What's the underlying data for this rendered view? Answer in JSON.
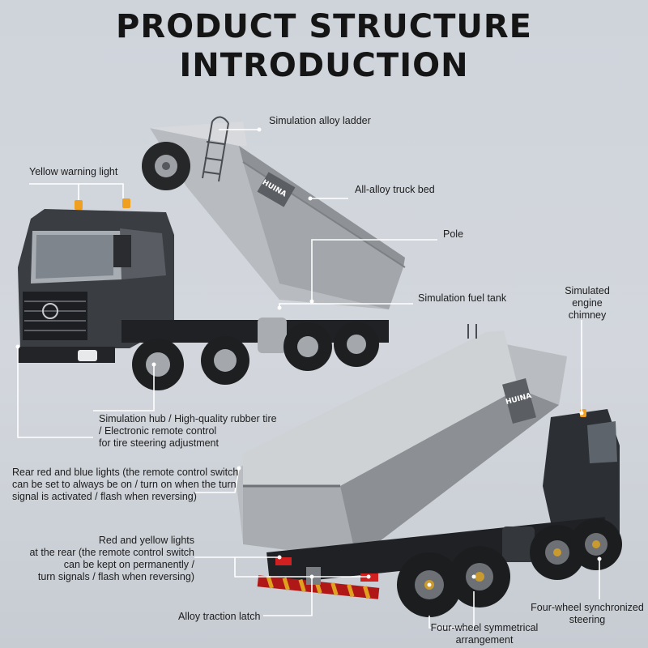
{
  "title": {
    "line1": "PRODUCT STRUCTURE",
    "line2": "INTRODUCTION"
  },
  "labels": {
    "ladder": "Simulation alloy ladder",
    "warning_light": "Yellow warning light",
    "truck_bed": "All-alloy truck bed",
    "pole": "Pole",
    "fuel_tank": "Simulation fuel tank",
    "chimney_1": "Simulated",
    "chimney_2": "engine",
    "chimney_3": "chimney",
    "hub_1": "Simulation hub / High-quality rubber tire",
    "hub_2": "/ Electronic remote control",
    "hub_3": "for tire steering adjustment",
    "rear_blue_1": "Rear red and blue lights (the remote control switch",
    "rear_blue_2": "can be set to always be on / turn on when the turn",
    "rear_blue_3": "signal is activated / flash when reversing)",
    "rear_yellow_1": "Red and yellow lights",
    "rear_yellow_2": "at the rear (the remote control switch",
    "rear_yellow_3": "can be kept on permanently /",
    "rear_yellow_4": "turn signals / flash when reversing)",
    "latch": "Alloy traction latch",
    "symmetrical_1": "Four-wheel symmetrical",
    "symmetrical_2": "arrangement",
    "synchronized_1": "Four-wheel synchronized",
    "synchronized_2": "steering"
  },
  "brand_text": "HUINA",
  "colors": {
    "background": "#cfd4db",
    "truck_cab": "#2b2e33",
    "truck_bed": "#b9bcc0",
    "warning_light": "#f0a020",
    "rear_light_red": "#d02020",
    "leader_line": "#ffffff"
  }
}
